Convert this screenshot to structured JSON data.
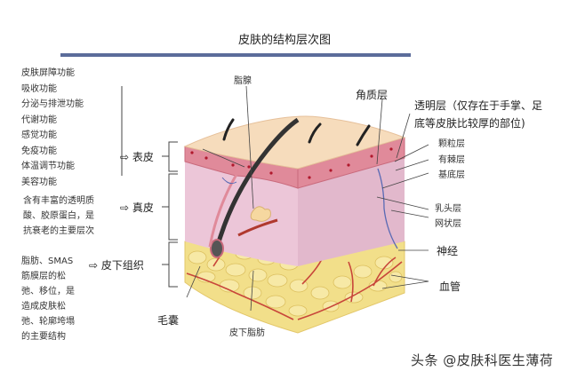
{
  "header": {
    "title": "皮肤的结构层次图",
    "bar_color": "#5b6c9a"
  },
  "functions": {
    "items": [
      "皮肤屏障功能",
      "吸收功能",
      "分泌与排泄功能",
      "代谢功能",
      "感觉功能",
      "免疫功能",
      "体温调节功能",
      "美容功能"
    ]
  },
  "layers": {
    "epidermis": {
      "arrow": "⇨",
      "label": "表皮"
    },
    "dermis": {
      "arrow": "⇨",
      "label": "真皮",
      "note_lines": [
        "含有丰富的透明质",
        "酸、胶原蛋白，是",
        "抗衰老的主要层次"
      ]
    },
    "subcutaneous": {
      "arrow": "⇨",
      "label": "皮下组织",
      "note_lines": [
        "脂肪、SMAS",
        "筋膜层的松",
        "弛、移位，是",
        "造成皮肤松",
        "弛、轮廓垮塌",
        "的主要结构"
      ]
    }
  },
  "annotations": {
    "sebaceous_gland": "脂腺",
    "stratum_corneum": "角质层",
    "stratum_lucidum_line1": "透明层（仅存在于手掌、足",
    "stratum_lucidum_line2": "底等皮肤比较厚的部位)",
    "stratum_granulosum": "颗粒层",
    "stratum_spinosum": "有棘层",
    "stratum_basale": "基底层",
    "papillary_layer": "乳头层",
    "reticular_layer": "网状层",
    "nerve": "神经",
    "blood_vessel": "血管",
    "hair_follicle": "毛囊",
    "subcutaneous_fat": "皮下脂肪"
  },
  "colors": {
    "surface": "#f6dcbc",
    "epidermis": "#e08a9a",
    "dermis_front": "#ecc6d8",
    "dermis_side": "#e2b8cc",
    "fat": "#f2df8a",
    "vessel": "#c8463a",
    "nerve": "#5a6ab4"
  },
  "watermark": "头条 @皮肤科医生薄荷"
}
